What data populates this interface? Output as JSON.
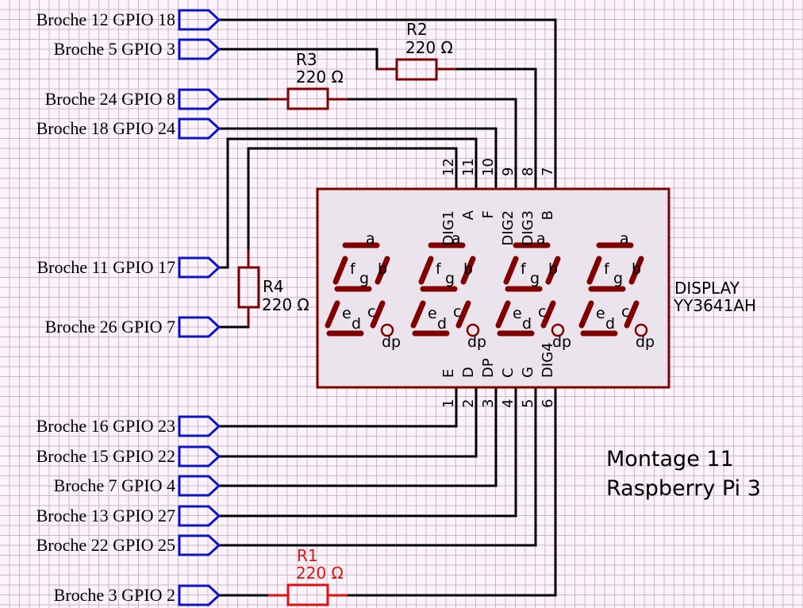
{
  "colors": {
    "wire": "#000000",
    "port_outline": "#0a14c8",
    "component": "#800000",
    "highlight_component": "#e01010",
    "display_fill": "#ece4ec",
    "grid_background": "#fdf3fb"
  },
  "ports": [
    {
      "id": "p1",
      "label": "Broche 12 GPIO 18"
    },
    {
      "id": "p2",
      "label": "Broche 5 GPIO 3"
    },
    {
      "id": "p3",
      "label": "Broche 24 GPIO 8"
    },
    {
      "id": "p4",
      "label": "Broche 18 GPIO 24"
    },
    {
      "id": "p5",
      "label": "Broche 11 GPIO 17"
    },
    {
      "id": "p6",
      "label": "Broche 26 GPIO 7"
    },
    {
      "id": "p7",
      "label": "Broche 16 GPIO 23"
    },
    {
      "id": "p8",
      "label": "Broche 15 GPIO 22"
    },
    {
      "id": "p9",
      "label": "Broche 7 GPIO 4"
    },
    {
      "id": "p10",
      "label": "Broche 13 GPIO 27"
    },
    {
      "id": "p11",
      "label": "Broche 22 GPIO 25"
    },
    {
      "id": "p12",
      "label": "Broche 3 GPIO 2"
    }
  ],
  "resistors": [
    {
      "id": "R1",
      "name": "R1",
      "value": "220 Ω"
    },
    {
      "id": "R2",
      "name": "R2",
      "value": "220 Ω"
    },
    {
      "id": "R3",
      "name": "R3",
      "value": "220 Ω"
    },
    {
      "id": "R4",
      "name": "R4",
      "value": "220 Ω"
    }
  ],
  "display": {
    "name": "DISPLAY",
    "part": "YY3641AH",
    "top_pins": [
      {
        "num": "12",
        "name": "DIG1"
      },
      {
        "num": "11",
        "name": "A"
      },
      {
        "num": "10",
        "name": "F"
      },
      {
        "num": "9",
        "name": "DIG2"
      },
      {
        "num": "8",
        "name": "DIG3"
      },
      {
        "num": "7",
        "name": "B"
      }
    ],
    "bottom_pins": [
      {
        "num": "1",
        "name": "E"
      },
      {
        "num": "2",
        "name": "D"
      },
      {
        "num": "3",
        "name": "DP"
      },
      {
        "num": "4",
        "name": "C"
      },
      {
        "num": "5",
        "name": "G"
      },
      {
        "num": "6",
        "name": "DIG4"
      }
    ],
    "segment_labels": {
      "a": "a",
      "b": "b",
      "c": "c",
      "d": "d",
      "e": "e",
      "f": "f",
      "g": "g",
      "dp": "dp"
    },
    "digit_count": 4
  },
  "title": {
    "line1": "Montage 11",
    "line2": "Raspberry Pi 3"
  }
}
